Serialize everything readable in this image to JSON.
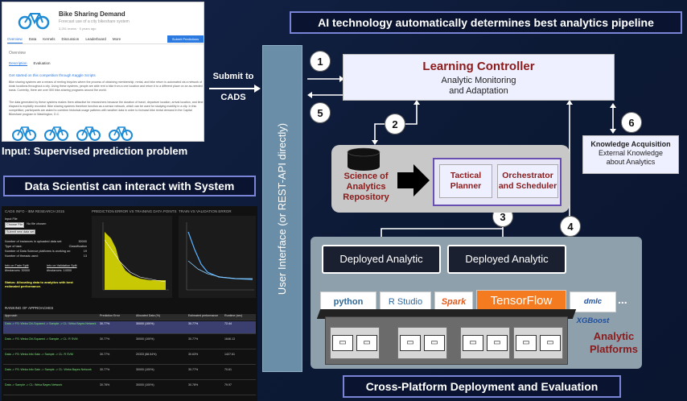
{
  "kaggle": {
    "title": "Bike Sharing Demand",
    "subtitle": "Forecast use of a city bikeshare system",
    "meta": "3,251 teams · 5 years ago",
    "tabs": [
      "Overview",
      "Data",
      "Kernels",
      "Discussion",
      "Leaderboard",
      "More"
    ],
    "submit_label": "Submit Predictions",
    "overview_label": "Overview",
    "subtabs": [
      "Description",
      "Evaluation"
    ],
    "started_link": "Get started on this competition through Kaggle Scripts",
    "para1": "Bike sharing systems are a means of renting bicycles where the process of obtaining membership, rental, and bike return is automated via a network of kiosk locations throughout a city. Using these systems, people are able rent a bike from a one location and return it to a different place on an as-needed basis. Currently, there are over 500 bike-sharing programs around the world.",
    "para2": "The data generated by these systems makes them attractive for researchers because the duration of travel, departure location, arrival location, and time elapsed is explicitly recorded. Bike sharing systems therefore function as a sensor network, which can be used for studying mobility in a city. In this competition, participants are asked to combine historical usage patterns with weather data in order to forecast bike rental demand in the Capital Bikeshare program in Washington, D.C."
  },
  "labels": {
    "input_caption": "Input: Supervised prediction problem",
    "ds_banner": "Data Scientist can interact with System",
    "ai_banner": "AI technology automatically determines best analytics pipeline",
    "cp_banner": "Cross-Platform Deployment and Evaluation",
    "submit_line1": "Submit to",
    "submit_line2": "CADS",
    "ui_column": "User Interface  (or REST-API directly)"
  },
  "learning_controller": {
    "title": "Learning Controller",
    "line1": "Analytic Monitoring",
    "line2": "and Adaptation"
  },
  "knowledge": {
    "title": "Knowledge Acquisition",
    "line1": "External Knowledge",
    "line2": "about Analytics"
  },
  "science": {
    "line1": "Science of",
    "line2": "Analytics",
    "line3": "Repository"
  },
  "tactical_planner": "Tactical Planner",
  "orchestrator": "Orchestrator and Scheduler",
  "deployed": [
    "Deployed Analytic",
    "Deployed Analytic"
  ],
  "steps": [
    "1",
    "2",
    "3",
    "4",
    "5",
    "6"
  ],
  "platform_logos": [
    "python",
    "R Studio",
    "Spark",
    "TensorFlow",
    "dmlc XGBoost",
    "..."
  ],
  "analytic_platforms": {
    "line1": "Analytic",
    "line2": "Platforms"
  },
  "dashboard": {
    "h1": "CADS INFO - IBM RESEARCH 2015",
    "h2": "PREDICTION ERROR VS TRAINING DATA POINTS",
    "h3": "TRAIN VS VALIDATION ERROR",
    "file_label": "Input File",
    "choose_file": "Choose File",
    "no_file": "No file chosen",
    "submit_btn": "Submit new data set",
    "rows": [
      {
        "k": "Number of instances in uploaded data set:",
        "v": "30000"
      },
      {
        "k": "Type of task:",
        "v": "Classification"
      },
      {
        "k": "Number of Data Science platforms is working on:",
        "v": "19"
      },
      {
        "k": "Number of threads used:",
        "v": "13"
      }
    ],
    "train_split": "Info on Train Split",
    "val_split": "Info on Validation Split",
    "instances_train": "#Instances: 30000",
    "instances_val": "#Instances: 14000",
    "status": "Status: Allocating data to analytics with best estimated performance.",
    "ranking": "RANKING OF APPROACHES",
    "table_head": [
      "Approach",
      "Prediction Error",
      "Allocated Data (%)",
      "Estimated performance",
      "Runtime (sec)"
    ],
    "table_rows": [
      [
        "Data -> FS: Weka Chi-Squared -> Sample -> CL: Weka Bayes Network",
        "30.77%",
        "30000 (100%)",
        "30.77%",
        "72.44"
      ],
      [
        "Data -> FS: Weka Chi-Squared -> Sample -> CL: R SVM",
        "30.77%",
        "30000 (100%)",
        "30.77%",
        "1646.13"
      ],
      [
        "Data -> FS: Weka Info Gain -> Sample -> CL: R SVM",
        "30.77%",
        "20333 (88.54%)",
        "30.63%",
        "1427.61"
      ],
      [
        "Data -> FS: Weka Info Gain -> Sample -> CL: Weka Bayes Network",
        "30.77%",
        "30000 (100%)",
        "30.77%",
        "70.61"
      ],
      [
        "Data -> Sample -> CL: Weka Bayes Network",
        "30.78%",
        "30000 (100%)",
        "30.78%",
        "79.97"
      ]
    ]
  }
}
